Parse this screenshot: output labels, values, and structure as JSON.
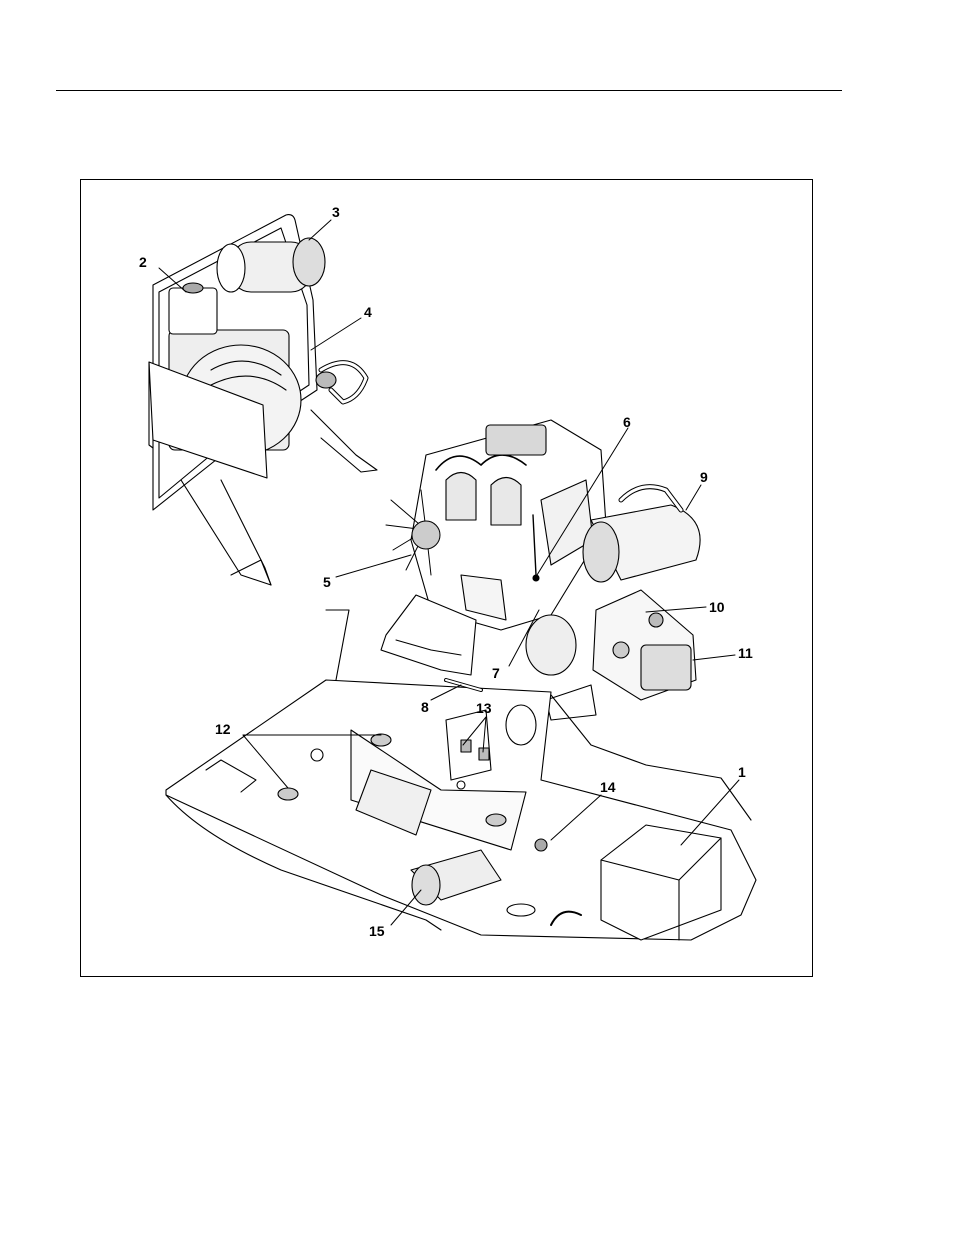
{
  "figure": {
    "callouts": [
      {
        "id": "c1",
        "text": "1"
      },
      {
        "id": "c2",
        "text": "2"
      },
      {
        "id": "c3",
        "text": "3"
      },
      {
        "id": "c4",
        "text": "4"
      },
      {
        "id": "c5",
        "text": "5"
      },
      {
        "id": "c6",
        "text": "6"
      },
      {
        "id": "c7",
        "text": "7"
      },
      {
        "id": "c8",
        "text": "8"
      },
      {
        "id": "c9",
        "text": "9"
      },
      {
        "id": "c10",
        "text": "10"
      },
      {
        "id": "c11",
        "text": "11"
      },
      {
        "id": "c12",
        "text": "12"
      },
      {
        "id": "c13",
        "text": "13"
      },
      {
        "id": "c14",
        "text": "14"
      },
      {
        "id": "c15",
        "text": "15"
      }
    ]
  }
}
